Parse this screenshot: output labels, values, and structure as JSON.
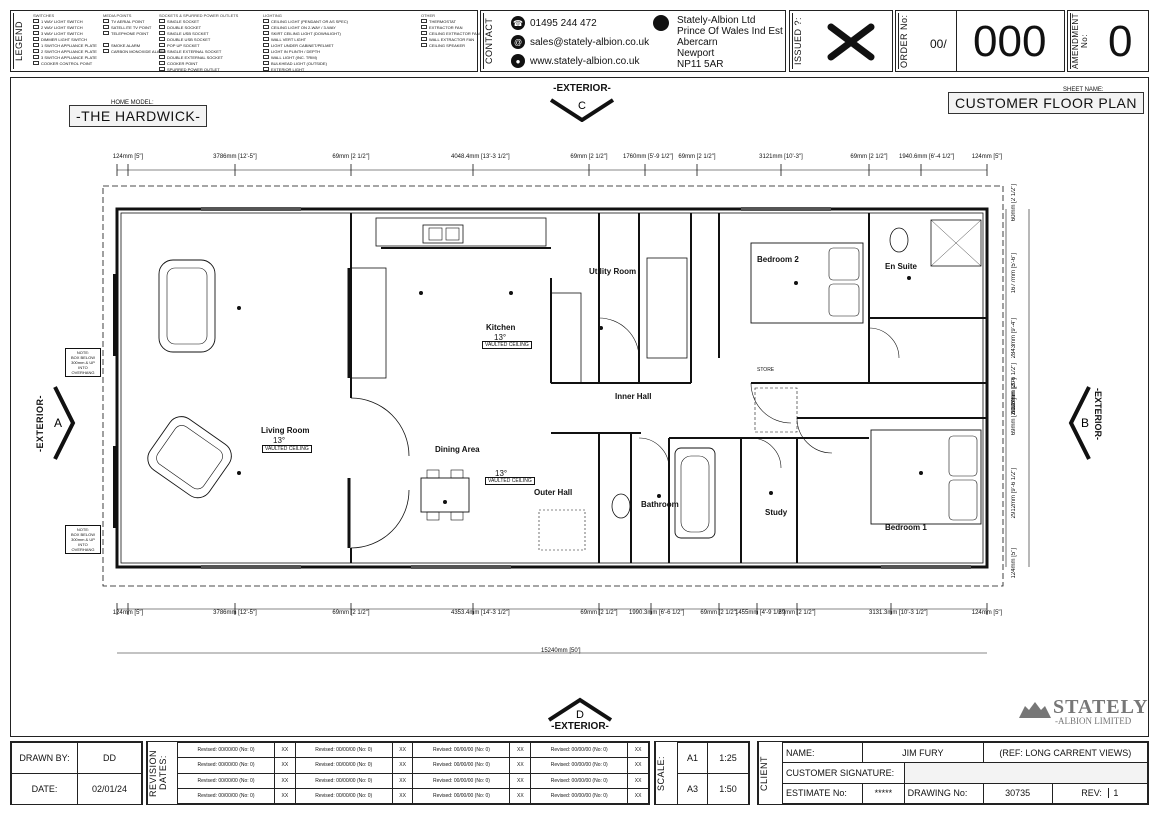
{
  "header": {
    "legend_label": "LEGEND",
    "legend_columns": [
      {
        "title": "SWITCHES",
        "items": [
          "1 WAY LIGHT SWITCH",
          "2 WAY LIGHT SWITCH",
          "3 WAY LIGHT SWITCH",
          "DIMMER LIGHT SWITCH",
          "1 SWITCH APPLIANCE PLATE",
          "2 SWITCH APPLIANCE PLATE",
          "3 SWITCH APPLIANCE PLATE",
          "COOKER CONTROL POINT"
        ]
      },
      {
        "title": "MEDIA POINTS",
        "items": [
          "TV AERIAL POINT",
          "SATELLITE TV POINT",
          "TELEPHONE POINT",
          "",
          "SMOKE ALARM",
          "CARBON MONOXIDE ALARM"
        ]
      },
      {
        "title": "SOCKETS & SPURRED POWER OUTLETS",
        "items": [
          "SINGLE SOCKET",
          "DOUBLE SOCKET",
          "SINGLE USB SOCKET",
          "DOUBLE USB SOCKET",
          "POP UP SOCKET",
          "SINGLE EXTERNAL SOCKET",
          "DOUBLE EXTERNAL SOCKET",
          "COOKER POINT",
          "SPURRED POWER OUTLET"
        ]
      },
      {
        "title": "LIGHTING",
        "items": [
          "CEILING LIGHT (PENDANT OR AS SPEC)",
          "CEILING LIGHT ON 2-WAY / 3-WAY",
          "SKIRT CEILING LIGHT (DOWNLIGHT)",
          "WALL VERT LIGHT",
          "LIGHT UNDER CABINET/PELMET",
          "LIGHT IN PLINTH / DEPTH",
          "WALL LIGHT (INC. TRIM)",
          "BULKHEAD LIGHT (OUTSIDE)",
          "EXTERIOR LIGHT"
        ]
      },
      {
        "title": "OTHER",
        "items": [
          "THERMOSTAT",
          "EXTRACTOR FAN",
          "CEILING EXTRACTOR FAN",
          "WALL EXTRACTOR FAN",
          "CEILING SPEAKER"
        ]
      }
    ],
    "contact_label": "CONTACT",
    "phone": "01495 244 472",
    "email": "sales@stately-albion.co.uk",
    "web": "www.stately-albion.co.uk",
    "address": [
      "Stately-Albion Ltd",
      "Prince Of Wales Ind Est",
      "Abercarn",
      "Newport",
      "NP11 5AR"
    ],
    "issued_label": "ISSUED ?:",
    "order_label": "ORDER No:",
    "order_prefix": "00/",
    "order_number": "000",
    "amendment_label": "AMENDMENT No:",
    "amendment_number": "0"
  },
  "plan": {
    "home_model_caption": "HOME MODEL:",
    "home_model": "-THE HARDWICK-",
    "sheet_name_caption": "SHEET NAME:",
    "sheet_name": "CUSTOMER FLOOR PLAN",
    "exterior_a": "-EXTERIOR-",
    "exterior_a_letter": "A",
    "exterior_b": "-EXTERIOR-",
    "exterior_b_letter": "B",
    "exterior_c": "-EXTERIOR-",
    "exterior_c_letter": "C",
    "exterior_d": "-EXTERIOR-",
    "exterior_d_letter": "D",
    "rooms": {
      "living_room": "Living Room",
      "living_temp": "13°",
      "living_note": "VAULTED CEILING",
      "kitchen": "Kitchen",
      "kitchen_temp": "13°",
      "kitchen_note": "VAULTED CEILING",
      "dining": "Dining Area",
      "dining_temp": "13°",
      "dining_note": "VAULTED CEILING",
      "utility": "Utility Room",
      "inner_hall": "Inner Hall",
      "outer_hall": "Outer Hall",
      "bathroom": "Bathroom",
      "study": "Study",
      "bedroom1": "Bedroom 1",
      "bedroom2": "Bedroom 2",
      "ensuite": "En Suite",
      "store": "STORE"
    },
    "dims_top": [
      "124mm [5\"]",
      "3786mm [12'-5\"]",
      "69mm [2 1/2\"]",
      "4048.4mm [13'-3 1/2\"]",
      "69mm [2 1/2\"]",
      "1760mm [5'-9 1/2\"]",
      "69mm [2 1/2\"]",
      "3121mm [10'-3\"]",
      "69mm [2 1/2\"]",
      "1940.6mm [6'-4 1/2\"]",
      "124mm [5\"]"
    ],
    "dims_bottom": [
      "124mm [5\"]",
      "3786mm [12'-5\"]",
      "69mm [2 1/2\"]",
      "4353.4mm [14'-3 1/2\"]",
      "69mm [2 1/2\"]",
      "1990.3mm [6'-6 1/2\"]",
      "69mm [2 1/2\"]",
      "1455mm [4'-9 1/2\"]",
      "69mm [2 1/2\"]",
      "3131.3mm [10'-3 1/2\"]",
      "124mm [5\"]"
    ],
    "overall_length": "15240mm [50']",
    "dims_right": [
      "60mm [2 1/2\"]",
      "1677mm [5'-6\"]",
      "2843mm [9'-4\"]",
      "1077mm [3'-6 1/2\"]",
      "6096mm [20']",
      "69mm [2 1/2\"]",
      "2912mm [9'-6 1/2\"]",
      "124mm [5\"]"
    ],
    "note_label": "NOTE:",
    "note_overhang": "BOX BELOW 300mm & UP INTO OVERHANG",
    "brand": "STATELY",
    "brand_sub": "-ALBION LIMITED"
  },
  "footer": {
    "drawn_by_label": "DRAWN BY:",
    "drawn_by": "DD",
    "date_label": "DATE:",
    "date": "02/01/24",
    "revision_label": "REVISION DATES:",
    "revisions": [
      [
        "Revised: 00/00/00  (No: 0)",
        "XX",
        "Revised: 00/00/00  (No: 0)",
        "XX",
        "Revised: 00/00/00  (No: 0)",
        "XX",
        "Revised: 00/00/00  (No: 0)",
        "XX"
      ],
      [
        "Revised: 00/00/00  (No: 0)",
        "XX",
        "Revised: 00/00/00  (No: 0)",
        "XX",
        "Revised: 00/00/00  (No: 0)",
        "XX",
        "Revised: 00/00/00  (No: 0)",
        "XX"
      ],
      [
        "Revised: 00/00/00  (No: 0)",
        "XX",
        "Revised: 00/00/00  (No: 0)",
        "XX",
        "Revised: 00/00/00  (No: 0)",
        "XX",
        "Revised: 00/00/00  (No: 0)",
        "XX"
      ],
      [
        "Revised: 00/00/00  (No: 0)",
        "XX",
        "Revised: 00/00/00  (No: 0)",
        "XX",
        "Revised: 00/00/00  (No: 0)",
        "XX",
        "Revised: 00/00/00  (No: 0)",
        "XX"
      ]
    ],
    "scale_label": "SCALE:",
    "scale_a1": "A1",
    "scale_a1_val": "1:25",
    "scale_a3": "A3",
    "scale_a3_val": "1:50",
    "client_label": "CLIENT",
    "name_label": "NAME:",
    "name": "JIM FURY",
    "ref": "(REF: LONG CARRENT VIEWS)",
    "signature_label": "CUSTOMER SIGNATURE:",
    "estimate_label": "ESTIMATE No:",
    "estimate": "*****",
    "drawing_label": "DRAWING No:",
    "drawing": "30735",
    "rev_label": "REV:",
    "rev": "1"
  }
}
